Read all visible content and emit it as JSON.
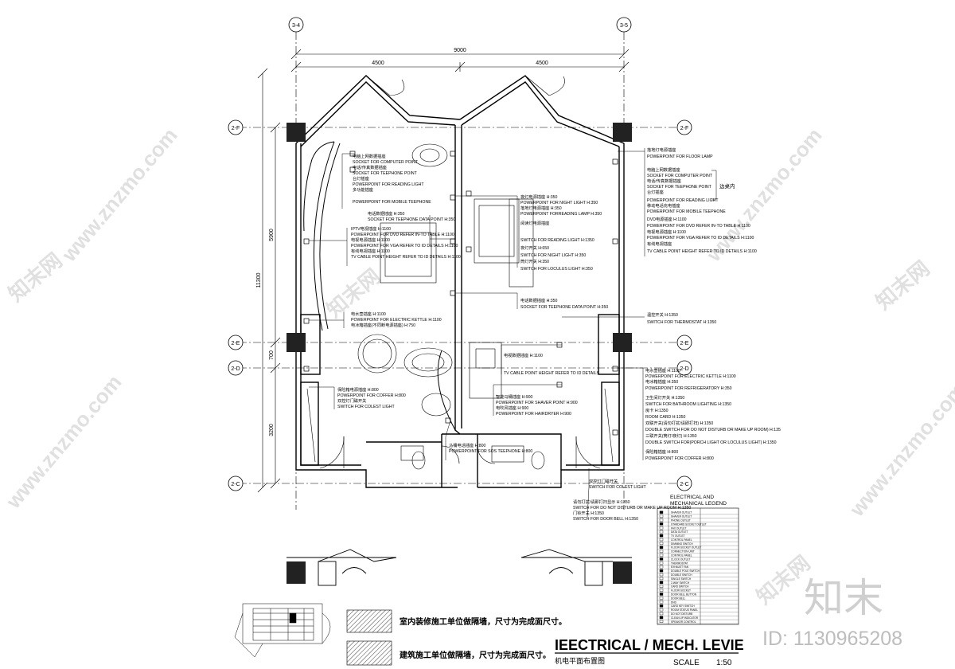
{
  "grid": {
    "col_left": "3-4",
    "col_right": "3-5",
    "row_top": "2-F",
    "row_mid": "2-E",
    "row_lower": "2-D",
    "row_bottom": "2-C"
  },
  "dimensions": {
    "overall_width": "9000",
    "half_left": "4500",
    "half_right": "4500",
    "overall_height": "11300",
    "seg_upper": "5900",
    "seg_mid": "700",
    "seg_lower": "3200"
  },
  "left_labels": [
    {
      "cn": "电脑上网数据插座",
      "en": "SOCKET FOR COMPUTER POINT"
    },
    {
      "cn": "电话/传真数据插座",
      "en": "SOCKET FOR TEEPHONE POINT"
    },
    {
      "cn": "台灯插座",
      "en": "POWERPOINT FOR READING LIGHT"
    },
    {
      "cn": "多功能插座",
      "en": "POWERPOINT FOR MOBILE TEEPHONE"
    },
    {
      "cn": "电话数据插座 H:350",
      "en": "SOCKET FOR TEEPHONE DATA POINT H:350"
    },
    {
      "cn": "IPTV电视插座 H:1100",
      "en": "POWERPOINT FOR DVD REFER IN-TO TABLE H:1100"
    },
    {
      "cn": "电视电源插座 H:1100",
      "en": "POWERPOINT FOR VGA REFER TO ID DETAILS H:1100"
    },
    {
      "cn": "有线电视插座 H:1100",
      "en": "TV CABLE POINT HEIGHT REFER TO ID DETAILS H:1100"
    },
    {
      "cn": "电水壶插座 H:1100",
      "en": "POWERPOINT FOR ELECTRIC KETTLE H:1100"
    },
    {
      "cn": "电冰箱插座(不同断电源插座) H:750",
      "en": ""
    },
    {
      "cn": "保险箱电源插座 H:800",
      "en": "POWERPOINT FOR COFFER H:800"
    },
    {
      "cn": "双控灯门磁开关",
      "en": "SWITCH FOR COLEST LIGHT"
    }
  ],
  "center_labels": [
    {
      "cn": "夜灯电源插座 H:350",
      "en": "POWERPOINT FOR NIGHT LIGHT H:350"
    },
    {
      "cn": "落地灯电源插座 H:350",
      "en": "POWERPOINT FORREADING LAMP H:350"
    },
    {
      "cn": "阅读灯电源插座",
      "en": "SWITCH FOR READING LIGHT H:1350"
    },
    {
      "cn": "夜灯开关 H:650",
      "en": "SWITCH FOR NIGHT LIGHT H:350"
    },
    {
      "cn": "筒灯开关 H:350",
      "en": "SWITCH FOR LOCULUS LIGHT H:350"
    },
    {
      "cn": "电话数据插座 H:350",
      "en": "SOCKET FOR TEEPHONE DATA POINT H:350"
    },
    {
      "cn": "电视数据插座 H:1100",
      "en": "TV CABLE POINT HEIGHT REFER TO ID DETAILS"
    },
    {
      "cn": "智能马桶插座 H:900",
      "en": "POWERPOINT FOR SHAVER POINT H:900"
    },
    {
      "cn": "电吹风插座 H:900",
      "en": "POWERPOINT FOR HAIRDRYER H:900"
    },
    {
      "cn": "马桶电话插座 H:800",
      "en": "POWERPOINT FOR SOS TEEPHONE H:800"
    }
  ],
  "right_labels": [
    {
      "cn": "落地灯电源插座",
      "en": "POWERPOINT FOR FLOOR LAMP"
    },
    {
      "cn": "电脑上网数据插座",
      "en": "SOCKET FOR COMPUTER POINT"
    },
    {
      "cn": "电话/传真数据插座",
      "en": "SOCKET FOR TEEPHONE POINT"
    },
    {
      "cn": "台灯插座",
      "en": "POWERPOINT FOR READING LIGHT"
    },
    {
      "cn": "移动电话充电插座",
      "en": "POWERPOINT FOR MOBILE TEEPHONE"
    },
    {
      "cn": "DVD电源插座 H:1100",
      "en": "POWERPOINT FOR DVD REFER IN-TO TABLE H:1100"
    },
    {
      "cn": "电视电源插座 H:1100",
      "en": "POWERPOINT FOR VGA REFER TO ID DETAILS H:1100"
    },
    {
      "cn": "有线电视插座",
      "en": "TV CABLE POINT HEIGHT REFER TO ID DETAILS H:1100"
    },
    {
      "cn": "温控开关 H:1350",
      "en": "SWITCH FOR THERMOSTAT H:1350"
    },
    {
      "cn": "电水壶插座 H:1100",
      "en": "POWERPOINT FOR ELECTRIC KETTLE H:1100"
    },
    {
      "cn": "电冰箱插座 H:350",
      "en": "POWERPOINT FOR REFRIGERATORY H:350"
    },
    {
      "cn": "卫生间灯开关 H:1350",
      "en": "SWITCH FOR BATHROOM LIGHTING H:1350"
    },
    {
      "cn": "房卡 H:1350",
      "en": "ROOM CARD H:1350"
    },
    {
      "cn": "双联开关(请勿打扰/请即打扫) H:1350",
      "en": "DOUBLE SWITCH FOR DO NOT DISTURB OR MAKE UP ROOM) H:135"
    },
    {
      "cn": "三联开关(筒灯/夜灯) H:1350",
      "en": "DOUBLE SWITCH FOR(PORCH LIGHT OR LOCULUS LIGHT) H:1350"
    },
    {
      "cn": "保险箱插座 H:800",
      "en": "POWERPOINT FOR COFFER H:800"
    }
  ],
  "right_note": "边桌内",
  "bottom_labels": [
    {
      "cn": "双控灯门磁开关",
      "en": "SWITCH FOR COLEST LIGHT"
    },
    {
      "cn": "请勿打扰/请即打扫显示 H:1350",
      "en": "SWITCH FOR DO NOT DISTURB OR MAKE UP ROOM H:1350"
    },
    {
      "cn": "门铃开关 H:1350",
      "en": "SWITCH FOR DOOR BELL H:1350"
    }
  ],
  "legend": {
    "title_line1": "ELECTRICAL AND",
    "title_line2": "MECHANICAL LEGEND",
    "rows": [
      "SHAVER OUTLET",
      "SHAVER OUTLET",
      "PHONE OUTLET",
      "STANDARD SOCKET OUTLET",
      "FAX OUTLET",
      "DATA OUTLET",
      "TV OUTLET",
      "CONTROL PANEL",
      "DIMMING SWITCH",
      "FLOOR SOCKET OUTLET",
      "CONNECTION UNIT",
      "CONTROL PANEL",
      "CLOCK OUTLET",
      "THERMOSTAT",
      "EXHAUST FAN",
      "DOUBLE POLE SWITCH",
      "DOUBLE SWITCH",
      "SINGLE SWITCH",
      "2-WAY SWITCH",
      "CARD SWITCH",
      "FLOOR SOCKET",
      "DOOR BELL BUTTON",
      "DOOR BELL",
      "DND",
      "CARD KEY SWITCH",
      "ROOM STATUS PANEL",
      "DO NOT DISTURB",
      "CLEAN UP INDICATOR",
      "SPEAKER CONTROL"
    ]
  },
  "notes": {
    "note1": "室内装修施工单位做隔墙，尺寸为完成面尺寸。",
    "note2": "建筑施工单位做隔墙，尺寸为完成面尺寸。"
  },
  "title_block": {
    "title": "IEECTRICAL / MECH. LEVIE",
    "subtitle": "机电平面布置图",
    "scale_label": "SCALE",
    "scale_value": "1:50"
  },
  "watermark": {
    "site": "www.znzmo.com",
    "brand": "知末网",
    "logo": "知末",
    "id_text": "ID: 1130965208"
  },
  "colors": {
    "line": "#000000",
    "watermark": "#c8c8c8",
    "hatch": "#444444"
  }
}
